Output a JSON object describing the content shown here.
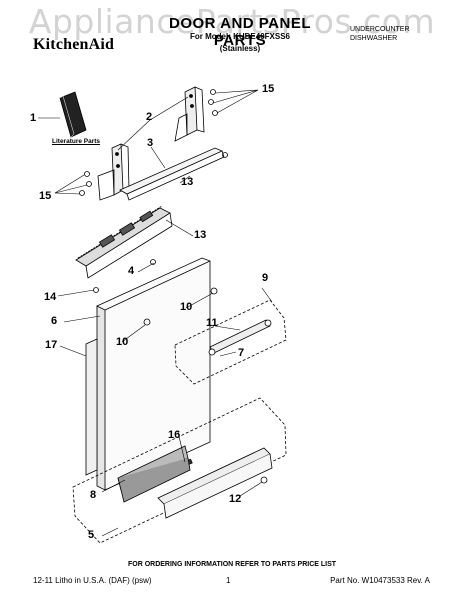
{
  "header": {
    "brand": "KitchenAid",
    "title": "DOOR AND PANEL PARTS",
    "model_line": "For Model: KUDE40FXSS6",
    "finish": "(Stainless)",
    "category_line1": "UNDERCOUNTER",
    "category_line2": "DISHWASHER",
    "watermark": "AppliancePartsPros.com"
  },
  "labels": {
    "literature_parts": "Literature Parts"
  },
  "callouts": {
    "c1": "1",
    "c2": "2",
    "c3": "3",
    "c4": "4",
    "c5": "5",
    "c6": "6",
    "c7": "7",
    "c8": "8",
    "c9": "9",
    "c10a": "10",
    "c10b": "10",
    "c11": "11",
    "c12": "12",
    "c13a": "13",
    "c13b": "13",
    "c14": "14",
    "c15a": "15",
    "c15b": "15",
    "c16": "16",
    "c17": "17"
  },
  "footer": {
    "note": "FOR ORDERING INFORMATION REFER TO PARTS PRICE LIST",
    "left": "12-11 Litho in U.S.A. (DAF) (psw)",
    "page": "1",
    "right": "Part No. W10473533 Rev. A"
  }
}
